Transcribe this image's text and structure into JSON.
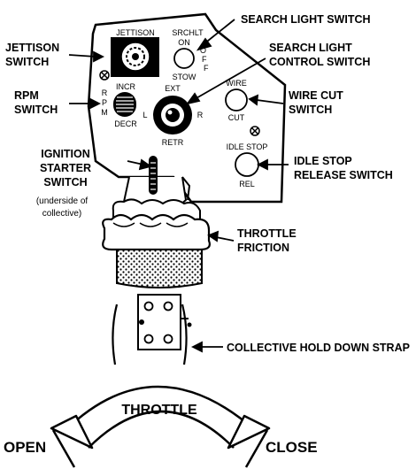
{
  "labels": {
    "search_light_switch": "SEARCH LIGHT SWITCH",
    "jettison_switch": [
      "JETTISON",
      "SWITCH"
    ],
    "search_light_control_switch": [
      "SEARCH LIGHT",
      "CONTROL SWITCH"
    ],
    "rpm_switch": [
      "RPM",
      "SWITCH"
    ],
    "wire_cut_switch": [
      "WIRE CUT",
      "SWITCH"
    ],
    "ignition_starter_switch": [
      "IGNITION",
      "STARTER",
      "SWITCH"
    ],
    "underside_note": [
      "(underside of",
      "collective)"
    ],
    "idle_stop_release_switch": [
      "IDLE STOP",
      "RELEASE SWITCH"
    ],
    "throttle_friction": [
      "THROTTLE",
      "FRICTION"
    ],
    "collective_hold_down_strap": "COLLECTIVE HOLD DOWN STRAP"
  },
  "panel": {
    "jettison": "JETTISON",
    "srchlt": "SRCHLT",
    "on": "ON",
    "off": [
      "O",
      "F",
      "F"
    ],
    "stow": "STOW",
    "incr": "INCR",
    "decr": "DECR",
    "rpm_vertical": [
      "R",
      "P",
      "M"
    ],
    "ext": "EXT",
    "retr": "RETR",
    "l": "L",
    "r": "R",
    "wire": "WIRE",
    "cut": "CUT",
    "idle_stop": "IDLE STOP",
    "rel": "REL"
  },
  "throttle": {
    "title": "THROTTLE",
    "open": "OPEN",
    "close": "CLOSE"
  }
}
